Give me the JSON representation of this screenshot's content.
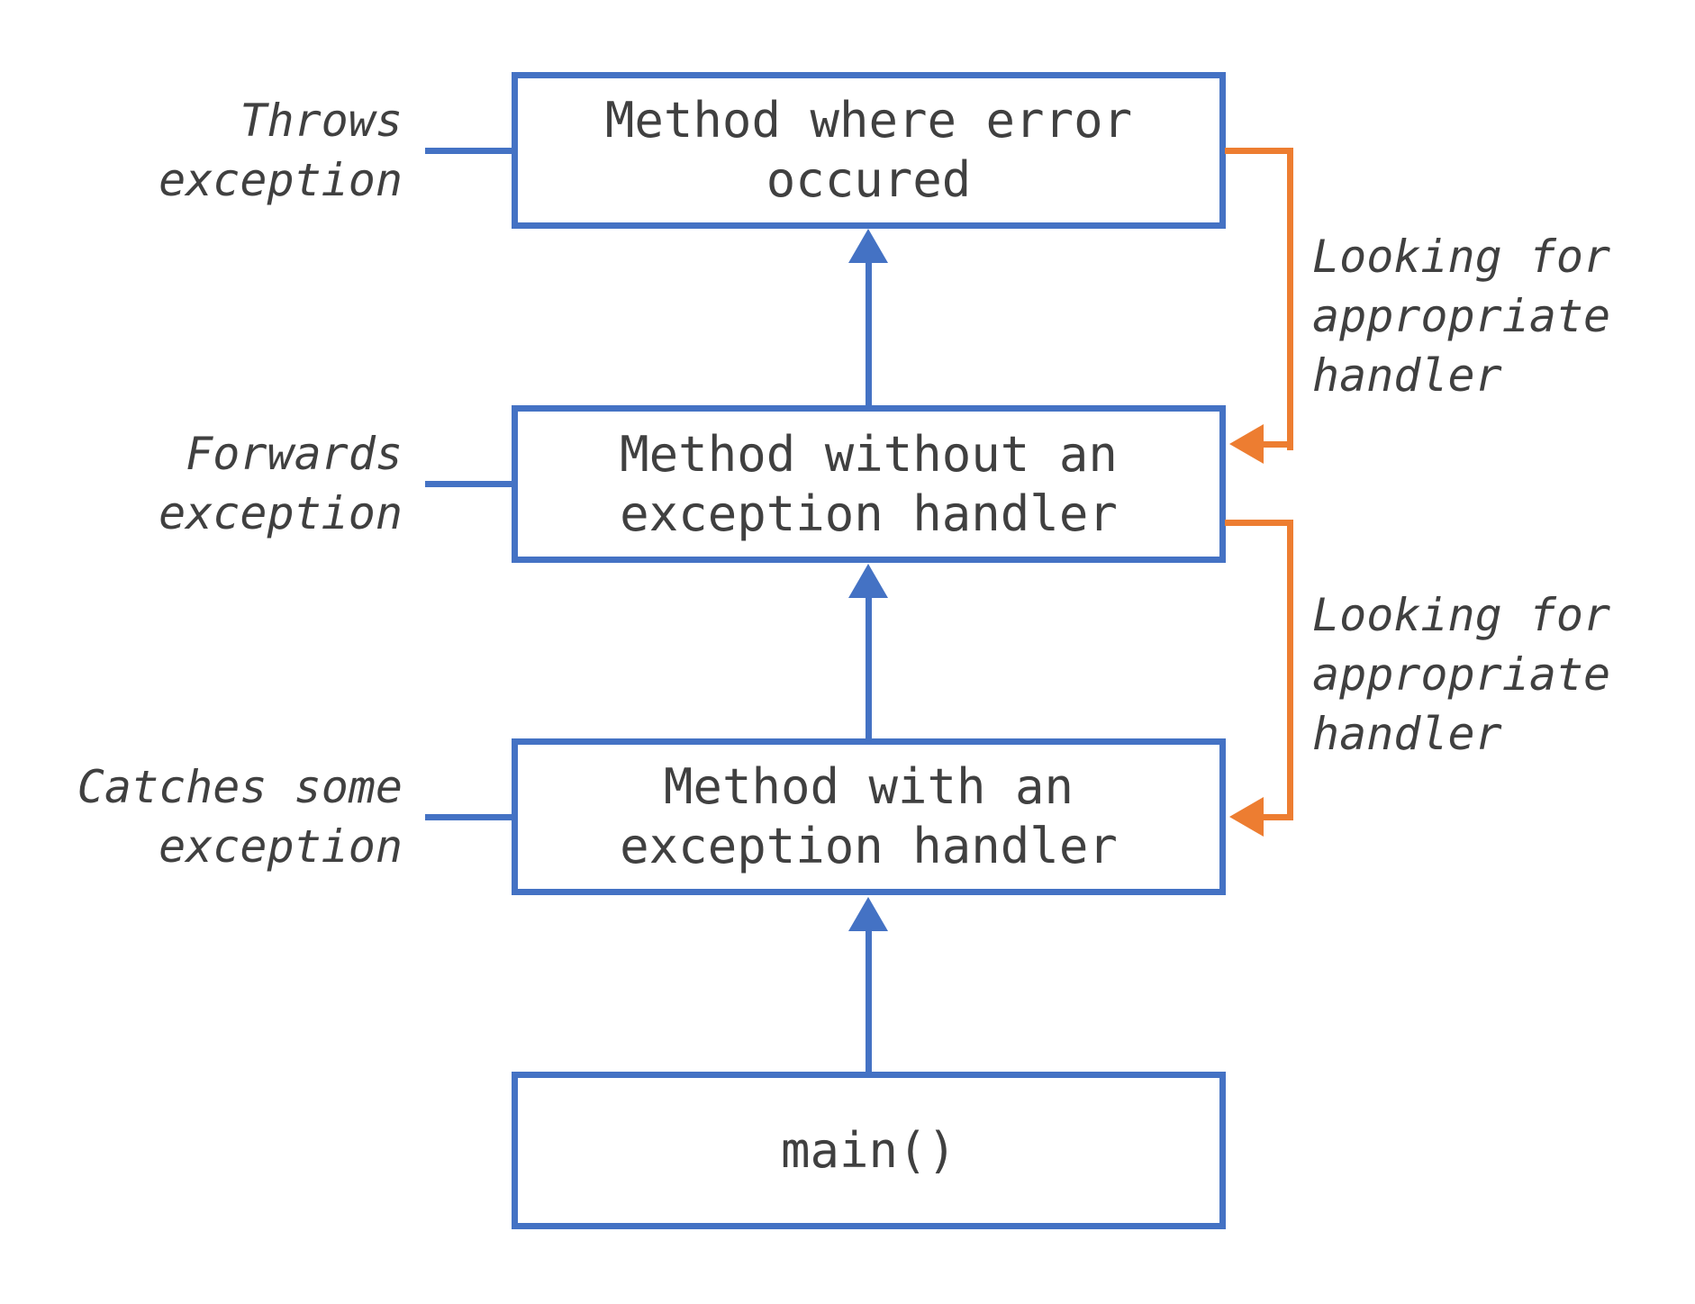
{
  "colors": {
    "box_border_blue": "#4472C4",
    "call_arrow_blue": "#4472C4",
    "handler_arrow_orange": "#ED7D31",
    "text_gray": "#404040"
  },
  "boxes": [
    {
      "id": "method-where-error-occured",
      "label": "Method where error\noccured"
    },
    {
      "id": "method-without-handler",
      "label": "Method without an\nexception handler"
    },
    {
      "id": "method-with-handler",
      "label": "Method with an\nexception handler"
    },
    {
      "id": "main",
      "label": "main()"
    }
  ],
  "left_labels": [
    {
      "text": "Throws\nexception"
    },
    {
      "text": "Forwards\nexception"
    },
    {
      "text": "Catches some\nexception"
    }
  ],
  "right_labels": [
    {
      "text": "Looking for\nappropriate\nhandler"
    },
    {
      "text": "Looking for\nappropriate\nhandler"
    }
  ]
}
